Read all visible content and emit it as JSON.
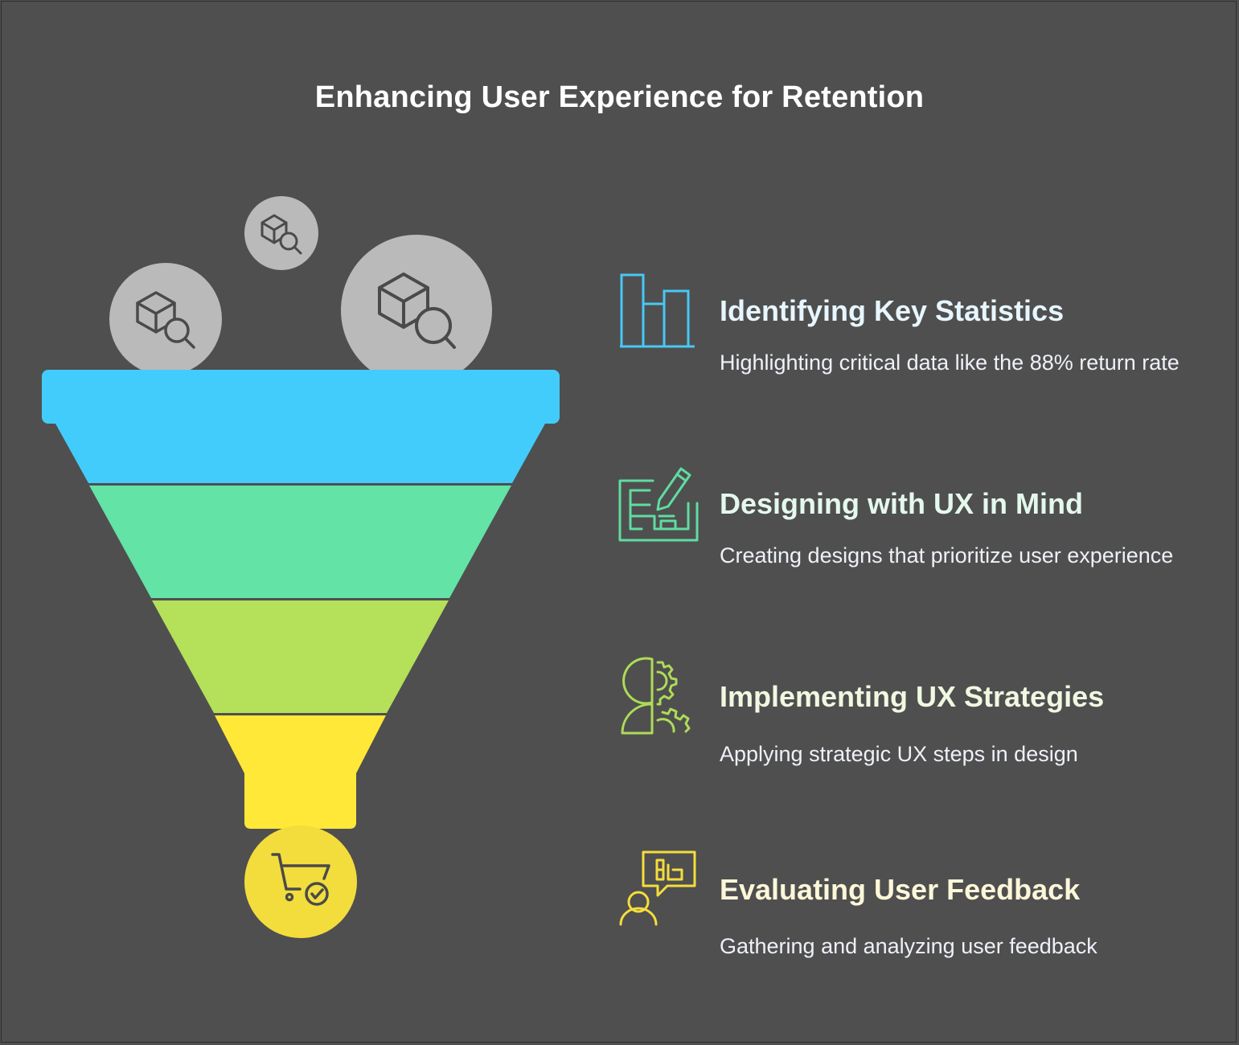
{
  "title": "Enhancing User Experience for Retention",
  "colors": {
    "background": "#4f4f4f",
    "bubble": "#bababa",
    "icon_dark": "#4a4a4a",
    "layer_1": "#42ccfc",
    "layer_2": "#63e3a6",
    "layer_3": "#b4e05a",
    "layer_4": "#ffe838",
    "outlet_circle": "#f3dd3d"
  },
  "funnel": {
    "bubble_icons": [
      "box-search-icon",
      "box-search-icon",
      "box-search-icon"
    ],
    "outlet_icon": "cart-check-icon"
  },
  "stages": [
    {
      "title": "Identifying Key Statistics",
      "description": "Highlighting critical data like the 88% return rate",
      "icon": "bar-chart-icon",
      "color": "#47c8f5",
      "title_color": "#e7f6ff"
    },
    {
      "title": "Designing with UX in Mind",
      "description": "Creating designs that prioritize user experience",
      "icon": "blueprint-pencil-icon",
      "color": "#5fdca1",
      "title_color": "#e4f8ee"
    },
    {
      "title": "Implementing UX Strategies",
      "description": "Applying strategic UX steps in design",
      "icon": "head-gears-icon",
      "color": "#aedb58",
      "title_color": "#f0f8e2"
    },
    {
      "title": "Evaluating User Feedback",
      "description": "Gathering and analyzing user feedback",
      "icon": "user-feedback-icon",
      "color": "#f5dd3c",
      "title_color": "#fdf7d9"
    }
  ]
}
